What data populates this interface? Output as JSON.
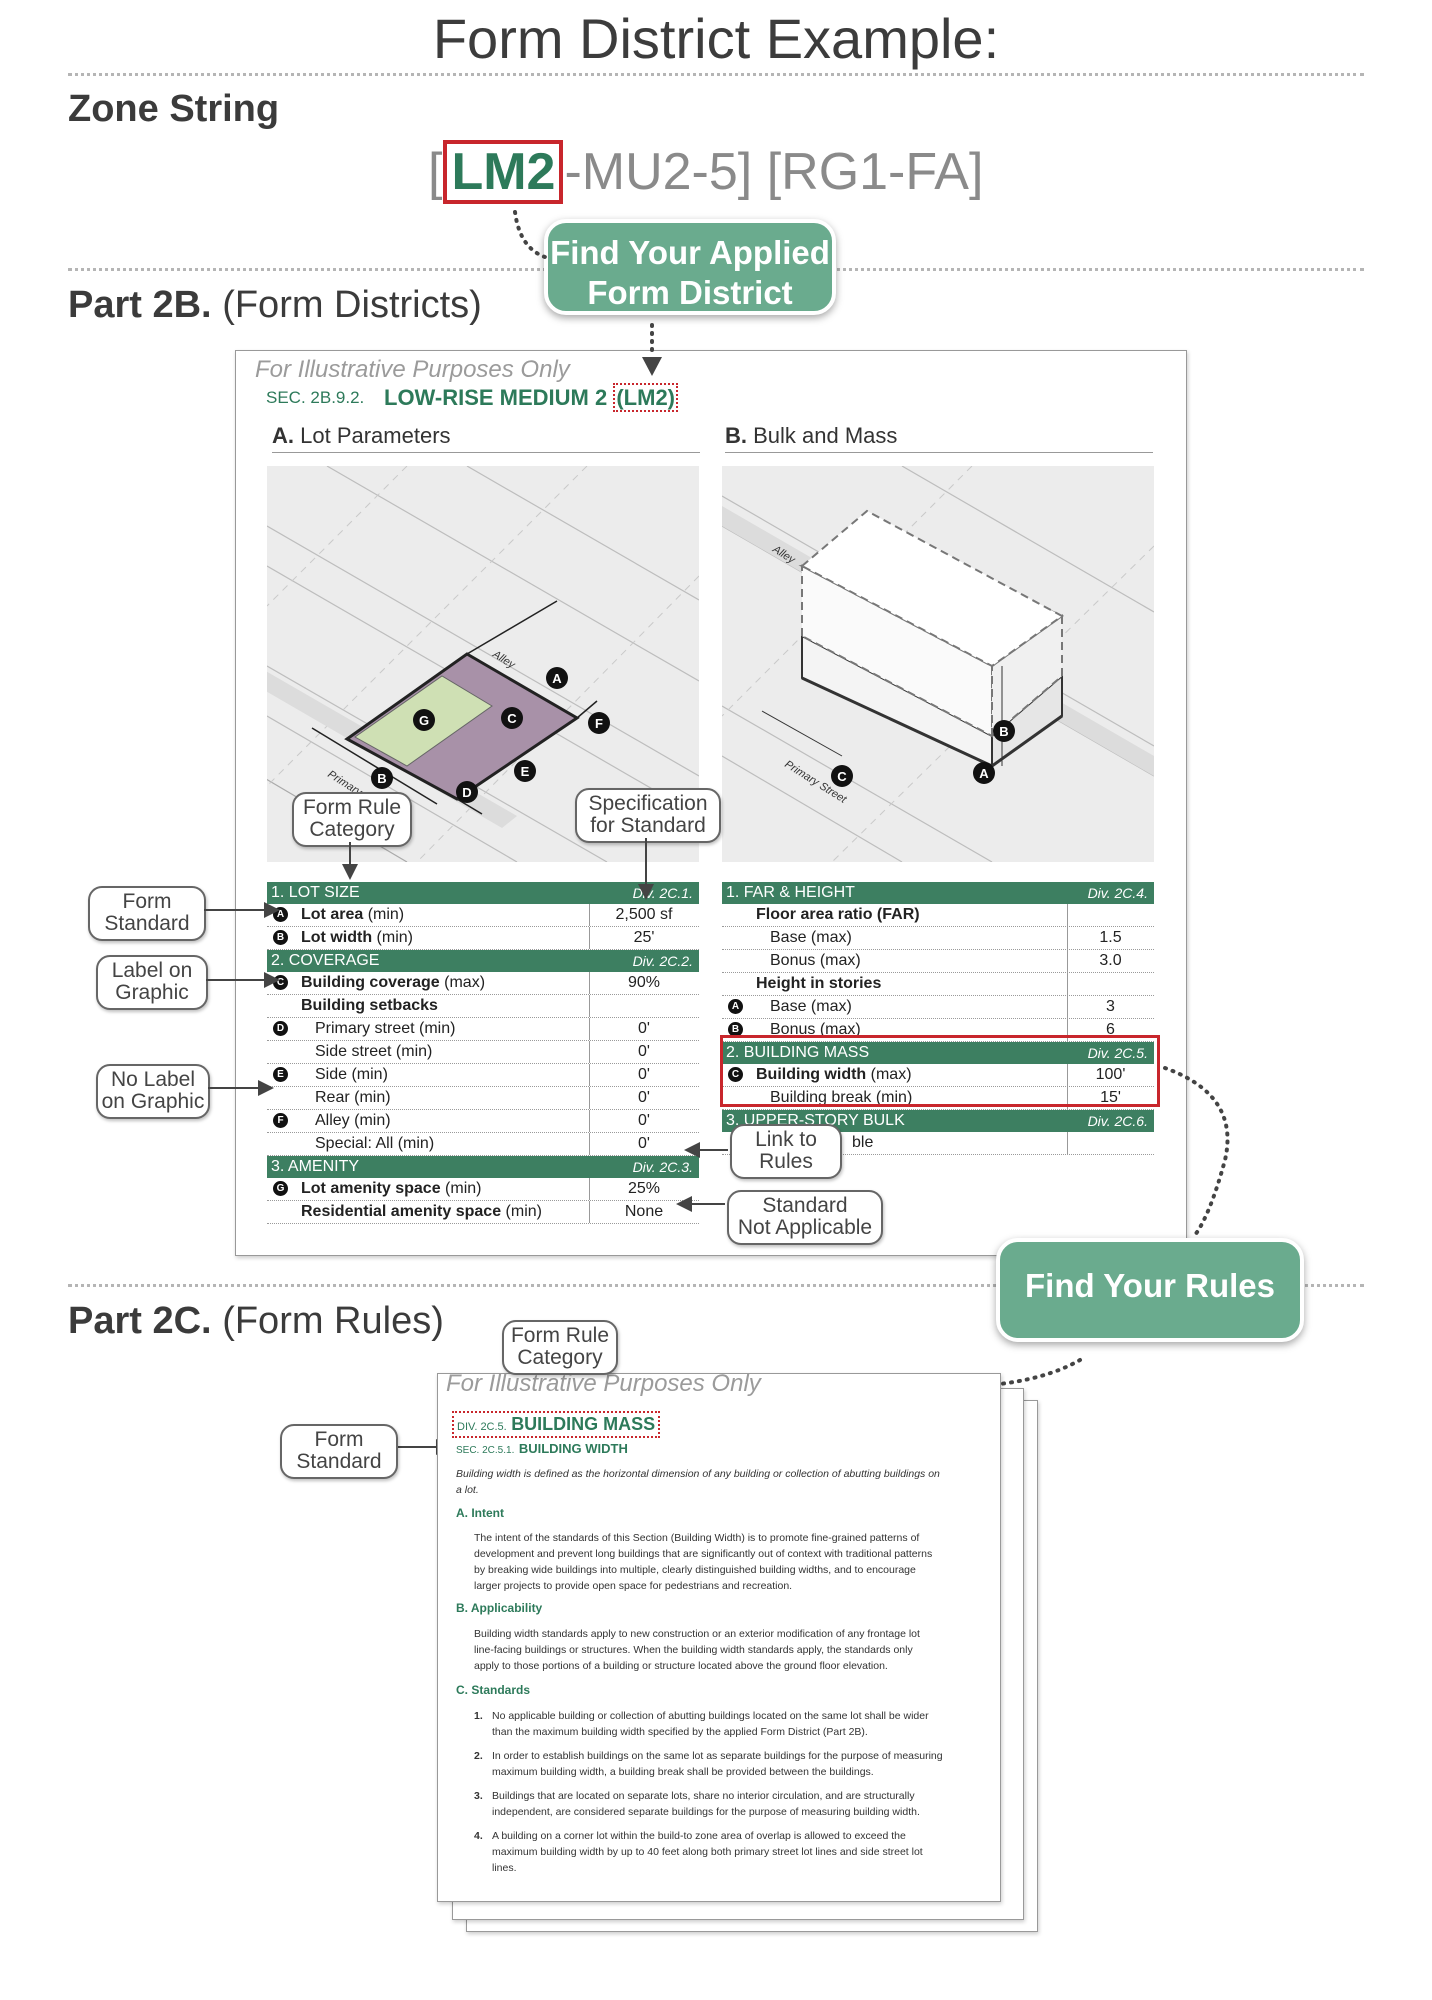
{
  "title": "Form District Example:",
  "zone_string": {
    "heading": "Zone String",
    "open_bracket": "[",
    "highlight": "LM2",
    "rest": "-MU2-5] [RG1-FA]"
  },
  "callouts": {
    "find_district": [
      "Find Your Applied",
      "Form District"
    ],
    "find_rules": "Find Your Rules",
    "form_rule_category": [
      "Form Rule",
      "Category"
    ],
    "spec_for_standard": [
      "Specification",
      "for Standard"
    ],
    "form_standard": [
      "Form",
      "Standard"
    ],
    "label_on_graphic": [
      "Label on",
      "Graphic"
    ],
    "no_label_on_graphic": [
      "No Label",
      "on Graphic"
    ],
    "link_to_rules": [
      "Link to",
      "Rules"
    ],
    "standard_not_applicable": [
      "Standard",
      "Not Applicable"
    ],
    "form_rule_category_2": [
      "Form Rule",
      "Category"
    ],
    "form_standard_2": [
      "Form",
      "Standard"
    ]
  },
  "part2b": {
    "bold": "Part 2B.",
    "normal": "(Form Districts)",
    "illustrative": "For Illustrative Purposes Only",
    "sec": "SEC. 2B.9.2.",
    "name": "LOW-RISE MEDIUM 2",
    "abbr": "(LM2)",
    "col_a_letter": "A.",
    "col_a": "Lot Parameters",
    "col_b_letter": "B.",
    "col_b": "Bulk and Mass",
    "graphic_labels": {
      "alley_a": "Alley",
      "primary_a": "Primary",
      "alley_b": "Alley",
      "primary_b": "Primary Street"
    },
    "left_table": [
      {
        "type": "hdr",
        "label": "1.  LOT SIZE",
        "div": "Div. 2C.1."
      },
      {
        "type": "row",
        "badge": "A",
        "label": "Lot area",
        "unit": " (min)",
        "value": "2,500 sf",
        "bold": true,
        "indent": 0
      },
      {
        "type": "row",
        "badge": "B",
        "label": "Lot width",
        "unit": " (min)",
        "value": "25'",
        "bold": true,
        "indent": 0
      },
      {
        "type": "hdr",
        "label": "2.  COVERAGE",
        "div": "Div. 2C.2."
      },
      {
        "type": "row",
        "badge": "C",
        "label": "Building coverage",
        "unit": " (max)",
        "value": "90%",
        "bold": true,
        "indent": 0
      },
      {
        "type": "row",
        "badge": "",
        "label": "Building setbacks",
        "unit": "",
        "value": "",
        "bold": true,
        "indent": 0
      },
      {
        "type": "row",
        "badge": "D",
        "label": "Primary street (min)",
        "unit": "",
        "value": "0'",
        "bold": false,
        "indent": 1
      },
      {
        "type": "row",
        "badge": "",
        "label": "Side street (min)",
        "unit": "",
        "value": "0'",
        "bold": false,
        "indent": 1
      },
      {
        "type": "row",
        "badge": "E",
        "label": "Side (min)",
        "unit": "",
        "value": "0'",
        "bold": false,
        "indent": 1
      },
      {
        "type": "row",
        "badge": "",
        "label": "Rear (min)",
        "unit": "",
        "value": "0'",
        "bold": false,
        "indent": 1
      },
      {
        "type": "row",
        "badge": "F",
        "label": "Alley (min)",
        "unit": "",
        "value": "0'",
        "bold": false,
        "indent": 1
      },
      {
        "type": "row",
        "badge": "",
        "label": "Special: All (min)",
        "unit": "",
        "value": "0'",
        "bold": false,
        "indent": 1
      },
      {
        "type": "hdr",
        "label": "3.  AMENITY",
        "div": "Div. 2C.3."
      },
      {
        "type": "row",
        "badge": "G",
        "label": "Lot amenity space",
        "unit": " (min)",
        "value": "25%",
        "bold": true,
        "indent": 0
      },
      {
        "type": "row",
        "badge": "",
        "label": "Residential amenity space",
        "unit": " (min)",
        "value": "None",
        "bold": true,
        "indent": 0
      }
    ],
    "right_table": [
      {
        "type": "hdr",
        "label": "1.  FAR & HEIGHT",
        "div": "Div. 2C.4."
      },
      {
        "type": "row",
        "badge": "",
        "label": "Floor area ratio (FAR)",
        "unit": "",
        "value": "",
        "bold": true,
        "indent": 0
      },
      {
        "type": "row",
        "badge": "",
        "label": "Base (max)",
        "unit": "",
        "value": "1.5",
        "bold": false,
        "indent": 1
      },
      {
        "type": "row",
        "badge": "",
        "label": "Bonus (max)",
        "unit": "",
        "value": "3.0",
        "bold": false,
        "indent": 1
      },
      {
        "type": "row",
        "badge": "",
        "label": "Height in stories",
        "unit": "",
        "value": "",
        "bold": true,
        "indent": 0
      },
      {
        "type": "row",
        "badge": "A",
        "label": "Base (max)",
        "unit": "",
        "value": "3",
        "bold": false,
        "indent": 1
      },
      {
        "type": "row",
        "badge": "B",
        "label": "Bonus (max)",
        "unit": "",
        "value": "6",
        "bold": false,
        "indent": 1
      },
      {
        "type": "hdr",
        "label": "2.  BUILDING MASS",
        "div": "Div. 2C.5."
      },
      {
        "type": "row",
        "badge": "C",
        "label": "Building width",
        "unit": " (max)",
        "value": "100'",
        "bold": true,
        "indent": 0
      },
      {
        "type": "row",
        "badge": "",
        "label": "Building break (min)",
        "unit": "",
        "value": "15'",
        "bold": false,
        "indent": 1
      },
      {
        "type": "hdr",
        "label": "3.  UPPER-STORY BULK",
        "div": "Div. 2C.6."
      },
      {
        "type": "row",
        "badge": "",
        "label": "",
        "unit": "",
        "value": "",
        "bold": false,
        "indent": 0,
        "partial": "ble"
      }
    ]
  },
  "part2c": {
    "bold": "Part 2C.",
    "normal": "(Form Rules)",
    "illustrative": "For Illustrative Purposes Only",
    "div_small": "DIV. 2C.5.",
    "div_name": "BUILDING MASS",
    "sec_small": "SEC. 2C.5.1.",
    "sec_name": "BUILDING WIDTH",
    "definition": "Building width is defined as the horizontal dimension of any building or collection of abutting buildings on a lot.",
    "a_head": "A.  Intent",
    "a_text": "The intent of the standards of this Section (Building Width) is to promote fine-grained patterns of development and prevent long buildings that are significantly out of context with traditional patterns by breaking wide buildings into multiple, clearly distinguished building widths, and to encourage larger projects to provide open space for pedestrians and recreation.",
    "b_head": "B.  Applicability",
    "b_text": "Building width standards apply to new construction or an exterior modification of any frontage lot line-facing buildings or structures. When the building width standards apply, the standards only apply to those portions of a building or structure located above the ground floor elevation.",
    "c_head": "C.  Standards",
    "standards": [
      {
        "n": "1.",
        "t": "No applicable building or collection of abutting buildings located on the same lot shall be wider than the maximum building width specified by the applied Form District (Part 2B)."
      },
      {
        "n": "2.",
        "t": "In order to establish buildings on the same lot as separate buildings for the purpose of measuring maximum building width, a building break shall be provided between the buildings."
      },
      {
        "n": "3.",
        "t": "Buildings that are located on separate lots, share no interior circulation, and are structurally independent, are considered separate buildings for the purpose of measuring building width."
      },
      {
        "n": "4.",
        "t": "A building on a corner lot within the build-to zone area of overlap is allowed to exceed the maximum building width by up to 40 feet along both primary street lot lines and side street lot lines."
      }
    ]
  },
  "colors": {
    "accent_green": "#6aab8e",
    "table_header": "#3d7f61",
    "highlight_red": "#c8262c",
    "lot_purple": "#a891a8",
    "amenity_green": "#cfe0b4"
  }
}
